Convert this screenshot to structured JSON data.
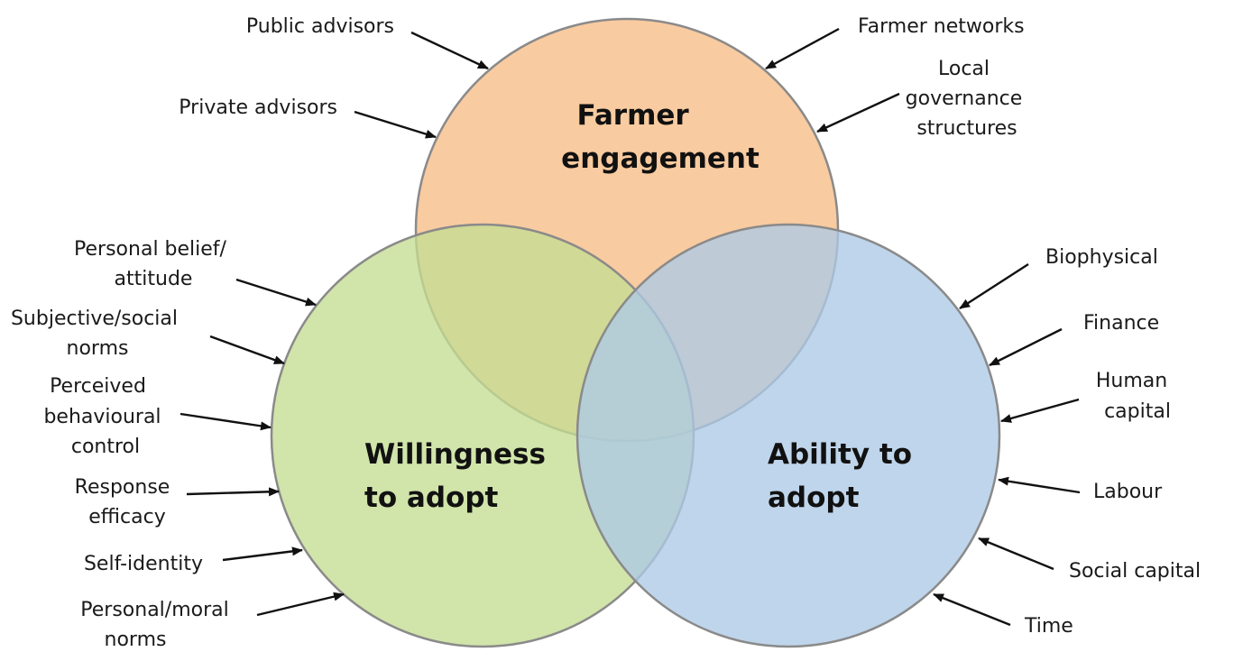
{
  "colors": {
    "engagement": "#f7bd85",
    "willingness": "#c4dc92",
    "ability": "#adc9e6",
    "outline": "#8a8a8a"
  },
  "circles": {
    "engagement": {
      "title": [
        "Farmer",
        "engagement"
      ]
    },
    "willingness": {
      "title": [
        "Willingness",
        "to adopt"
      ]
    },
    "ability": {
      "title": [
        "Ability to",
        "adopt"
      ]
    }
  },
  "factors": {
    "engagement": [
      [
        "Public advisors"
      ],
      [
        "Private advisors"
      ],
      [
        "Farmer networks"
      ],
      [
        "Local",
        "governance",
        "structures"
      ]
    ],
    "willingness": [
      [
        "Personal belief/",
        "attitude"
      ],
      [
        "Subjective/social",
        "norms"
      ],
      [
        "Perceived",
        "behavioural",
        "control"
      ],
      [
        "Response",
        "efficacy"
      ],
      [
        "Self-identity"
      ],
      [
        "Personal/moral",
        "norms"
      ]
    ],
    "ability": [
      [
        "Biophysical"
      ],
      [
        "Finance"
      ],
      [
        "Human",
        "capital"
      ],
      [
        "Labour"
      ],
      [
        "Social capital"
      ],
      [
        "Time"
      ]
    ]
  }
}
